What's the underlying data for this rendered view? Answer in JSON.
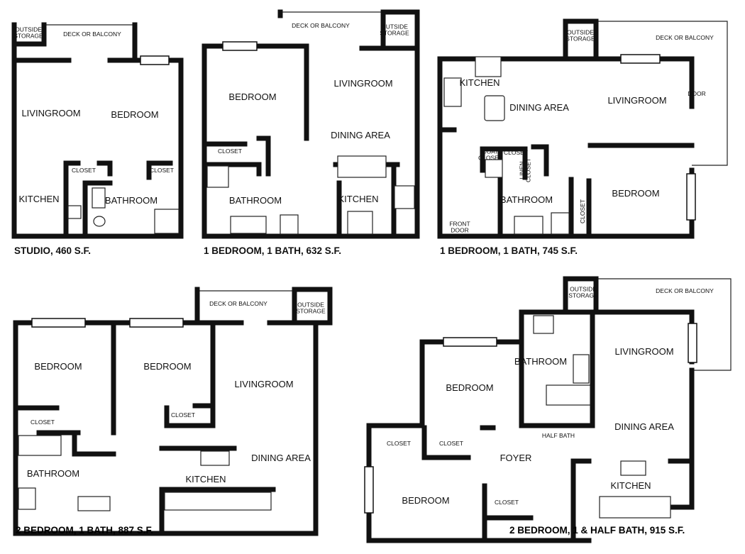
{
  "plans": [
    {
      "caption": "STUDIO, 460 S.F.",
      "rooms": {
        "outside_storage": "OUTSIDE STORAGE",
        "deck": "DECK OR BALCONY",
        "livingroom": "LIVINGROOM",
        "bedroom": "BEDROOM",
        "closet1": "CLOSET",
        "closet2": "CLOSET",
        "kitchen": "KITCHEN",
        "bathroom": "BATHROOM"
      }
    },
    {
      "caption": "1 BEDROOM, 1 BATH, 632 S.F.",
      "rooms": {
        "deck": "DECK OR BALCONY",
        "outside_storage": "OUTSIDE STORAGE",
        "bedroom": "BEDROOM",
        "livingroom": "LIVINGROOM",
        "dining": "DINING AREA",
        "closet": "CLOSET",
        "bathroom": "BATHROOM",
        "kitchen": "KITCHEN"
      }
    },
    {
      "caption": "1 BEDROOM, 1 BATH, 745 S.F.",
      "rooms": {
        "outside_storage": "OUTSIDE STORAGE",
        "deck": "DECK OR BALCONY",
        "kitchen": "KITCHEN",
        "dining": "DINING AREA",
        "livingroom": "LIVINGROOM",
        "door": "DOOR",
        "coat_closet": "COAT CLOSET",
        "closet": "CLOSET",
        "linen_closet": "LINEN CLOSET",
        "bathroom": "BATHROOM",
        "bedroom": "BEDROOM",
        "closet2": "CLOSET",
        "front_door": "FRONT DOOR"
      }
    },
    {
      "caption": "2 BEDROOM, 1 BATH, 887 S.F.",
      "rooms": {
        "deck": "DECK OR BALCONY",
        "outside_storage": "OUTSIDE STORAGE",
        "bedroom1": "BEDROOM",
        "bedroom2": "BEDROOM",
        "livingroom": "LIVINGROOM",
        "closet1": "CLOSET",
        "closet2": "CLOSET",
        "bathroom": "BATHROOM",
        "dining": "DINING AREA",
        "kitchen": "KITCHEN"
      }
    },
    {
      "caption": "2 BEDROOM, 1 & HALF BATH, 915 S.F.",
      "rooms": {
        "outside_storage": "OUTSIDE STORAGE",
        "deck": "DECK OR BALCONY",
        "bathroom": "BATHROOM",
        "livingroom": "LIVINGROOM",
        "bedroom1": "BEDROOM",
        "half_bath": "HALF BATH",
        "dining": "DINING AREA",
        "closet1": "CLOSET",
        "closet2": "CLOSET",
        "foyer": "FOYER",
        "bedroom2": "BEDROOM",
        "closet3": "CLOSET",
        "kitchen": "KITCHEN"
      }
    }
  ]
}
